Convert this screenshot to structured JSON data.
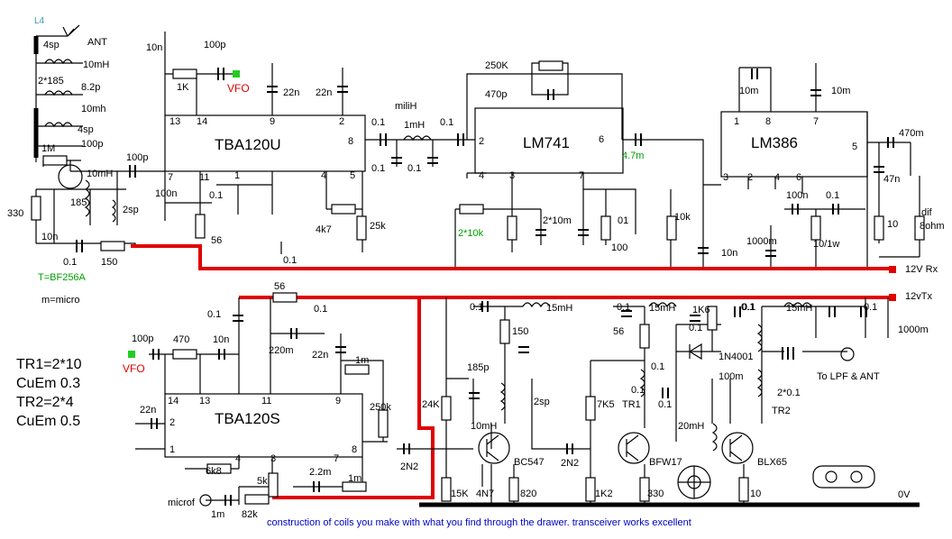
{
  "ics": {
    "tba120u": "TBA120U",
    "lm741": "LM741",
    "lm386": "LM386",
    "tba120s": "TBA120S"
  },
  "pins": {
    "u13": "13",
    "u14": "14",
    "u9": "9",
    "u2": "2",
    "u8": "8",
    "u7": "7",
    "u11": "11",
    "u1": "1",
    "u4": "4",
    "u5": "5",
    "l2": "2",
    "l6": "6",
    "l4": "4",
    "l3": "3",
    "l7": "7",
    "m1": "1",
    "m8": "8",
    "m7": "7",
    "m5": "5",
    "m3": "3",
    "m2": "2",
    "m4": "4",
    "m6": "6",
    "s14": "14",
    "s13": "13",
    "s11": "11",
    "s9": "9",
    "s2": "2",
    "s1": "1",
    "s8": "8",
    "s4": "4",
    "s3": "3",
    "s7": "7"
  },
  "labels": {
    "l4": "L4",
    "ant": "ANT",
    "sp4a": "4sp",
    "mh10a": "10mH",
    "x185": "2*185",
    "p82": "8.2p",
    "mh10b": "10mh",
    "sp4b": "4sp",
    "p100a": "100p",
    "m1": "1M",
    "mh10c": "10mH",
    "p100b": "100p",
    "r185": "185",
    "sp2a": "2sp",
    "r330a": "330",
    "n10a": "10n",
    "c01a": "0.1",
    "r150a": "150",
    "tbf": "T=BF256A",
    "mmicro": "m=micro",
    "n10b": "10n",
    "p100c": "100p",
    "k1": "1K",
    "vfo1": "VFO",
    "n22a": "22n",
    "n22b": "22n",
    "n100a": "100n",
    "c01b": "0.1",
    "r56a": "56",
    "c01c": "0.1",
    "k4k7": "4k7",
    "k25": "25k",
    "milih": "miliH",
    "c01d": "0.1",
    "mh1": "1mH",
    "c01e": "0.1",
    "c01f": "0.1",
    "c01g": "0.1",
    "k250": "250K",
    "p470": "470p",
    "m47": "4.7m",
    "k10a": "2*10k",
    "m10a": "2*10m",
    "c01h": "01",
    "r100": "100",
    "k10b": "10k",
    "n10c": "10n",
    "m10b": "10m",
    "m10c": "10m",
    "m470": "470m",
    "n47": "47n",
    "n100b": "100n",
    "c01i": "0.1",
    "m1000a": "1000m",
    "w10": "10/1w",
    "r10a": "10",
    "dif": "dif",
    "ohm8": "8ohm",
    "rx": "12V Rx",
    "tx": "12vTx",
    "r56b": "56",
    "c01j": "0.1",
    "c01k": "0.1",
    "m220": "220m",
    "n22c": "22n",
    "p100d": "100p",
    "r470": "470",
    "n10d": "10n",
    "vfo2": "VFO",
    "n22d": "22n",
    "m1a": "1m",
    "k250b": "250k",
    "n2n2a": "2N2",
    "k6k8": "6k8",
    "k5": "5k",
    "m22": "2.2m",
    "m1b": "1m",
    "microf": "microf",
    "m1c": "1m",
    "k82": "82k",
    "c01l": "0.1",
    "mh15a": "15mH",
    "r150b": "150",
    "p185": "185p",
    "sp2b": "2sp",
    "mh10d": "10mH",
    "k24": "24K",
    "bc547": "BC547",
    "k15": "15K",
    "n4n7": "4N7",
    "r820": "820",
    "n2n2b": "2N2",
    "c01m": "0.1",
    "r56c": "56",
    "mh15b": "15mH",
    "k1k6": "1K6",
    "c01n": "0.1",
    "c01o": "0.1",
    "c01p": "0.1",
    "d1n4001": "1N4001",
    "n100c": "100m",
    "k7k5": "7K5",
    "tr1": "TR1",
    "c01q": "0.1",
    "c01r": "0.1",
    "bfw17": "BFW17",
    "k1k2": "1K2",
    "r330b": "330",
    "mh20": "20mH",
    "blx65": "BLX65",
    "r10b": "10",
    "c01s": "0.1",
    "mh15c": "15mH",
    "c01t": "0.1",
    "m1000b": "1000m",
    "c201": "2*0.1",
    "tr2": "TR2",
    "lpf": "To  LPF & ANT",
    "v0": "0V"
  },
  "notes": {
    "tr1": "TR1=2*10",
    "cuem1": "CuEm 0.3",
    "tr2": "TR2=2*4",
    "cuem2": "CuEm 0.5"
  },
  "caption": "construction of coils you make with what you find through the drawer.   transceiver works excellent",
  "colors": {
    "power_rail": "#e00000",
    "green_label": "#00a000",
    "caption": "#0000c0"
  }
}
